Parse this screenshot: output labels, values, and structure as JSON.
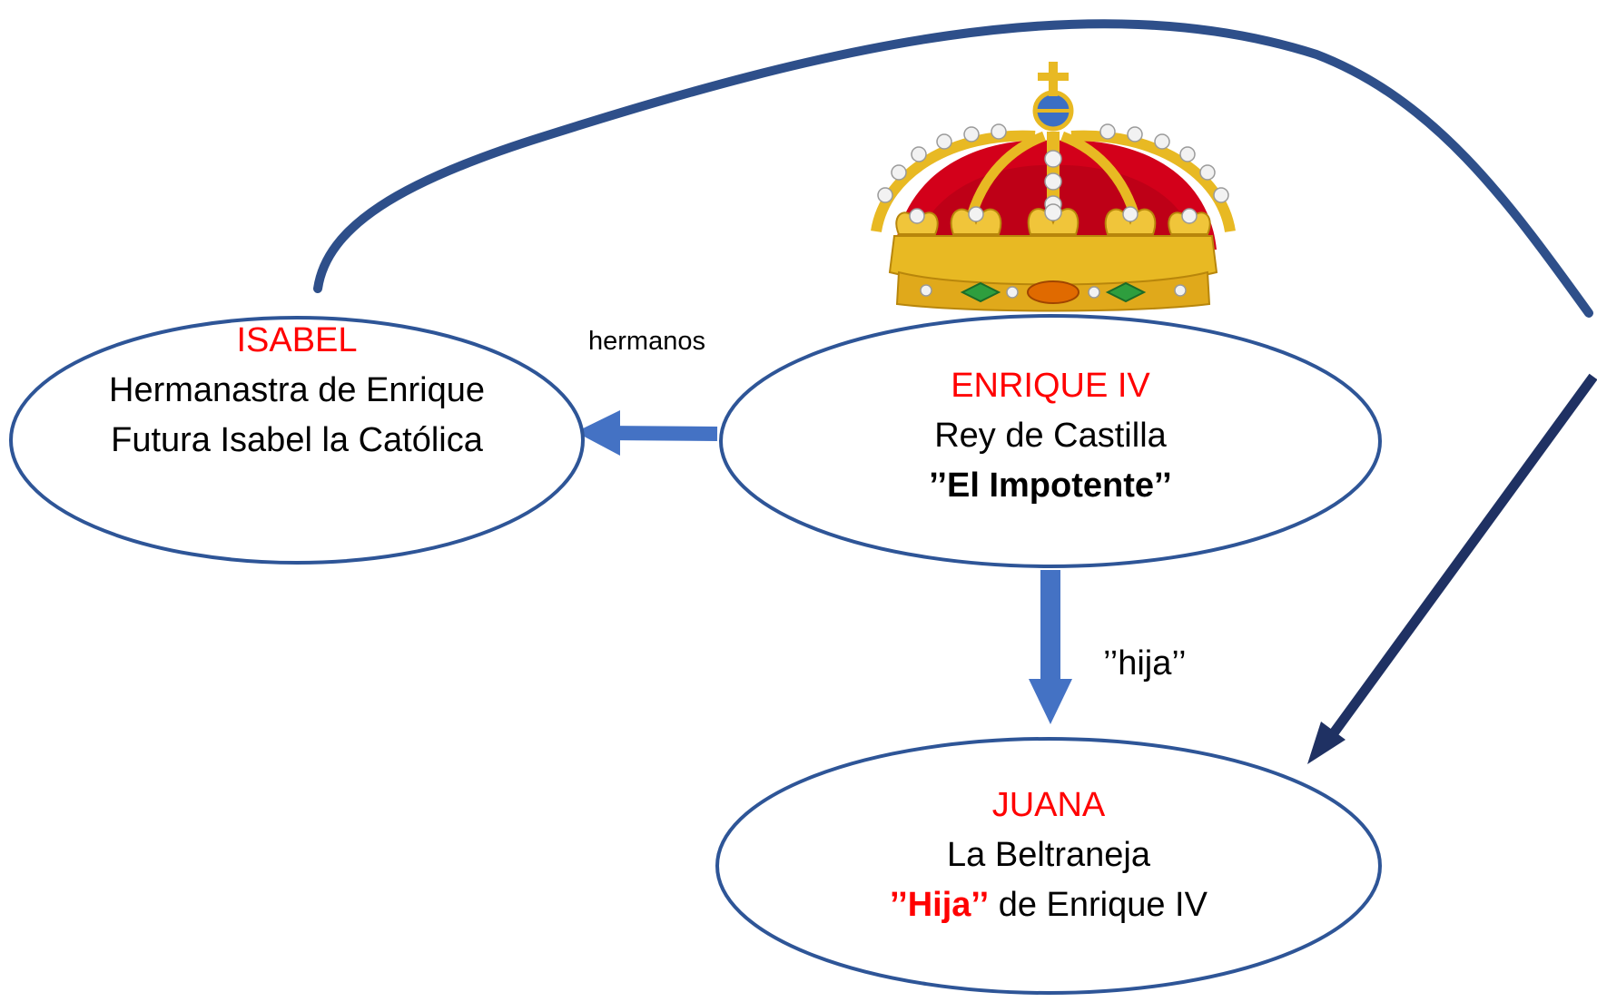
{
  "colors": {
    "node_border": "#2e5597",
    "arrow_light": "#4472c4",
    "arrow_dark": "#2e4f8a",
    "arrow_darkest": "#1f3163",
    "title_red": "#ff0000",
    "crown_gold": "#e8b923",
    "crown_red": "#d3001a"
  },
  "crown": {
    "icon": "royal-crown-icon"
  },
  "nodes": {
    "isabel": {
      "title": "ISABEL",
      "line1": "Hermanastra de Enrique",
      "line2": "Futura Isabel la Católica"
    },
    "enrique": {
      "title": "ENRIQUE IV",
      "line1": "Rey de Castilla",
      "line2": "’’El Impotente’’"
    },
    "juana": {
      "title": "JUANA",
      "line1": "La Beltraneja",
      "line2_emph": "’’Hija’’",
      "line2_rest": " de Enrique IV"
    }
  },
  "edges": {
    "enrique_isabel": "hermanos",
    "enrique_juana": "’’hija’’"
  }
}
